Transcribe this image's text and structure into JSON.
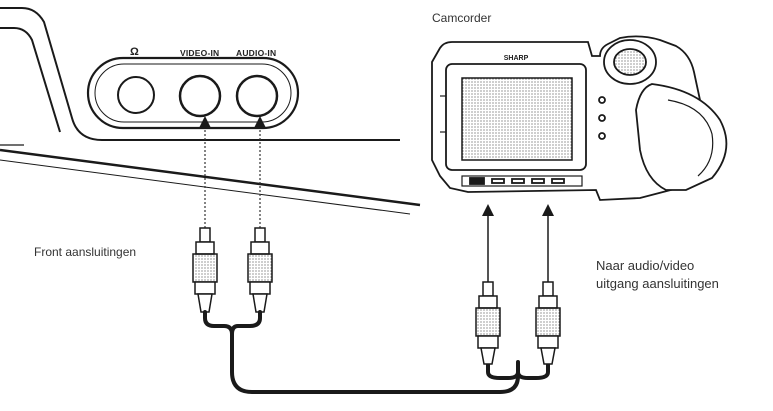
{
  "panel": {
    "headphone_symbol": "Ω",
    "video_in": "VIDEO-IN",
    "audio_in": "AUDIO-IN",
    "front_label": "Front aansluitingen"
  },
  "camcorder": {
    "title": "Camcorder",
    "brand": "SHARP",
    "output_label_line1": "Naar audio/video",
    "output_label_line2": "uitgang aansluitingen"
  },
  "colors": {
    "ink": "#1a1a1a",
    "paper": "#ffffff"
  }
}
